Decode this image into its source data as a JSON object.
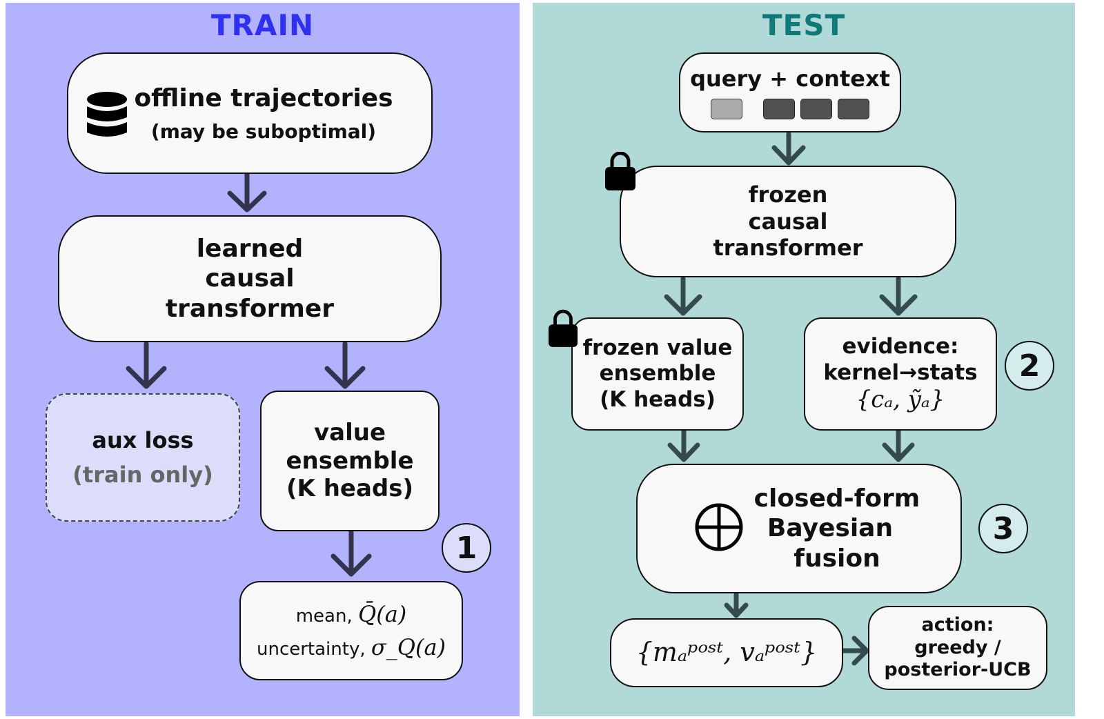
{
  "train": {
    "title": "TRAIN",
    "color": "#3030f0",
    "background": "#b3b3fd",
    "offline": {
      "line1": "offline trajectories",
      "line2": "(may be suboptimal)",
      "icon": "database-icon"
    },
    "transformer": {
      "line1": "learned",
      "line2": "causal",
      "line3": "transformer"
    },
    "aux": {
      "line1": "aux loss",
      "line2": "(train only)"
    },
    "value": {
      "line1": "value",
      "line2": "ensemble",
      "line3": "(K heads)"
    },
    "badge": "1",
    "output": {
      "mean_label": "mean, ",
      "mean_math": "Q̄(a)",
      "unc_label": "uncertainty, ",
      "unc_math": "σ_Q(a)"
    }
  },
  "test": {
    "title": "TEST",
    "color": "#0f7a78",
    "background": "#b0d9d8",
    "query": {
      "label": "query + context",
      "tokens": [
        "light",
        "dark",
        "dark",
        "dark"
      ]
    },
    "transformer": {
      "line1": "frozen",
      "line2": "causal",
      "line3": "transformer",
      "icon": "lock-icon"
    },
    "value": {
      "line1": "frozen value",
      "line2": "ensemble",
      "line3": "(K heads)",
      "icon": "lock-icon"
    },
    "evidence": {
      "line1": "evidence:",
      "line2": "kernel→stats",
      "math": "{cₐ, ỹₐ}"
    },
    "badge2": "2",
    "fusion": {
      "line1": "closed-form",
      "line2": "Bayesian",
      "line3": "fusion",
      "icon": "circle-plus-icon"
    },
    "badge3": "3",
    "posterior": {
      "math": "{mₐᵖᵒˢᵗ, vₐᵖᵒˢᵗ}"
    },
    "action": {
      "line1": "action:",
      "line2": "greedy /",
      "line3": "posterior-UCB"
    }
  }
}
